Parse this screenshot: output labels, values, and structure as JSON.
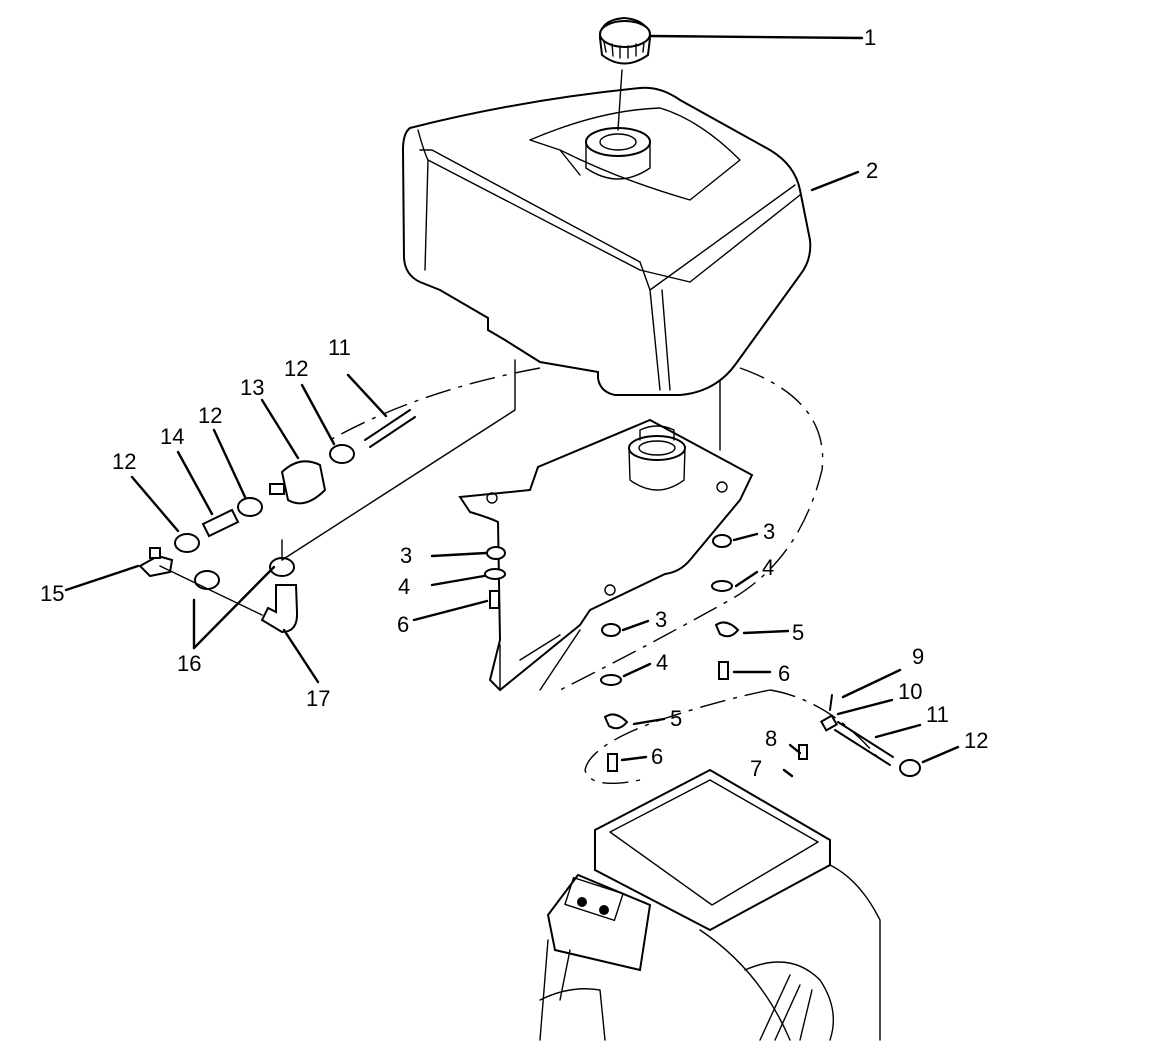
{
  "diagram": {
    "callouts": {
      "c1": "1",
      "c2": "2",
      "c3a": "3",
      "c3b": "3",
      "c3c": "3",
      "c4a": "4",
      "c4b": "4",
      "c4c": "4",
      "c5a": "5",
      "c5b": "5",
      "c6a": "6",
      "c6b": "6",
      "c6c": "6",
      "c7": "7",
      "c8": "8",
      "c9": "9",
      "c10": "10",
      "c11a": "11",
      "c11b": "11",
      "c12a": "12",
      "c12b": "12",
      "c12c": "12",
      "c12d": "12",
      "c13": "13",
      "c14": "14",
      "c15": "15",
      "c16": "16",
      "c17": "17"
    }
  }
}
